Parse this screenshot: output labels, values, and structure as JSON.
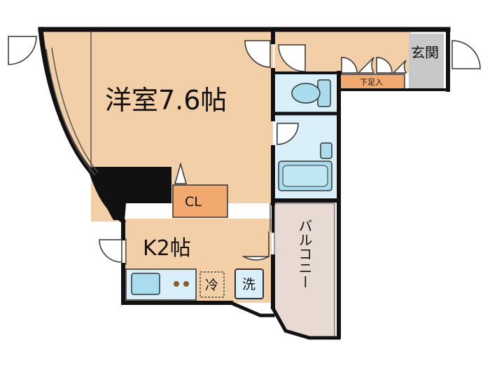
{
  "rooms": {
    "western_room": "洋室7.6帖",
    "kitchen": "K2帖",
    "closet": "CL",
    "entrance": "玄関",
    "shoe_box": "下足入",
    "balcony": "バルコニー"
  },
  "fixtures": {
    "fridge": "冷",
    "washer": "洗"
  },
  "colors": {
    "room_floor": "#f2cfa6",
    "wet_area": "#d9f0fa",
    "fixture_blue": "#a9dcec",
    "closet": "#f2a96e",
    "entrance": "#c8c8c8",
    "balcony": "#e8d9d3",
    "wall": "#111111"
  }
}
